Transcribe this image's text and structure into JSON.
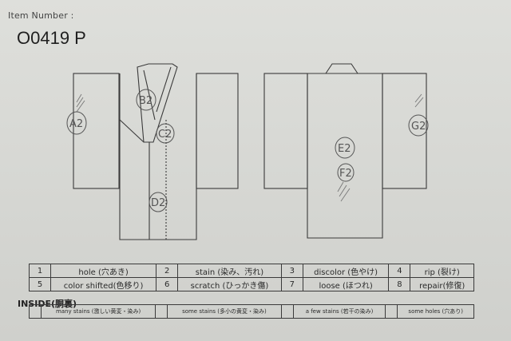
{
  "header": {
    "item_label": "Item Number :",
    "item_number": "O0419 P"
  },
  "marks": {
    "a2": "A2",
    "b2": "B2",
    "c2": "C2",
    "d2": "D2",
    "e2": "E2",
    "f2": "F2",
    "g2": "G2"
  },
  "legend": {
    "rows": [
      [
        {
          "num": "1",
          "label": "hole (穴あき)"
        },
        {
          "num": "2",
          "label": "stain (染み、汚れ)"
        },
        {
          "num": "3",
          "label": "discolor (色やけ)"
        },
        {
          "num": "4",
          "label": "rip (裂け)"
        }
      ],
      [
        {
          "num": "5",
          "label": "color shifted(色移り)"
        },
        {
          "num": "6",
          "label": "scratch (ひっかき傷)"
        },
        {
          "num": "7",
          "label": "loose (ほつれ)"
        },
        {
          "num": "8",
          "label": "repair(修復)"
        }
      ]
    ]
  },
  "inside": {
    "title": "INSIDE(胴裏)",
    "items": [
      "many stains (激しい黄変・染み)",
      "some stains (多小の黄変・染み)",
      "a few stains (若干の染み)",
      "some holes (穴あり)"
    ]
  }
}
